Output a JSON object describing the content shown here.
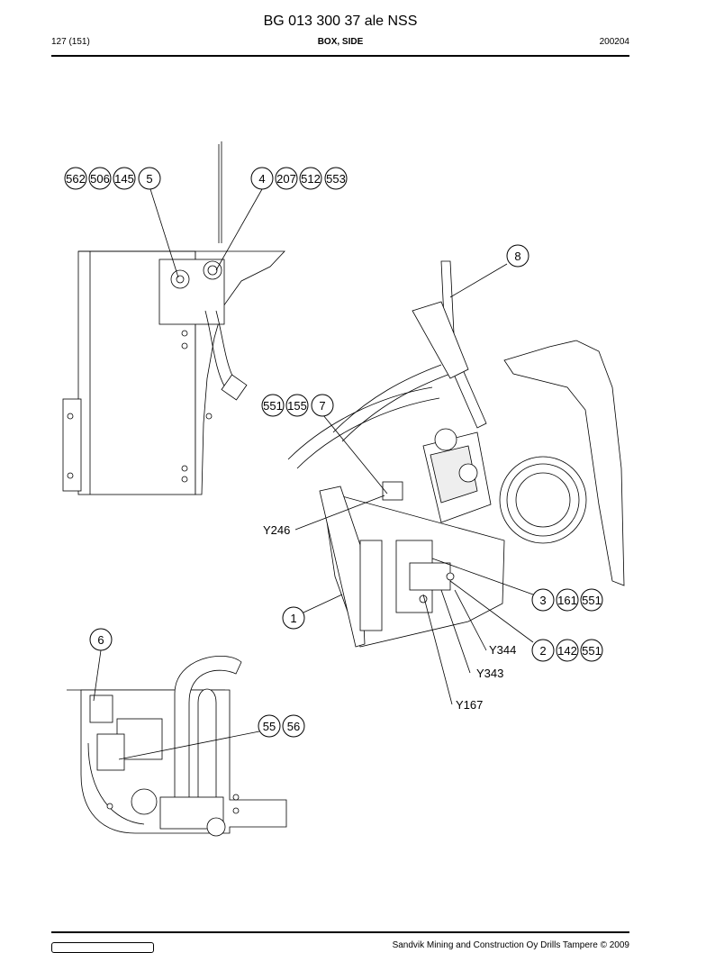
{
  "header": {
    "title": "BG 013 300 37 ale NSS",
    "page": "127 (151)",
    "section": "BOX, SIDE",
    "date": "200204"
  },
  "callouts": {
    "c562": "562",
    "c506": "506",
    "c145": "145",
    "c5": "5",
    "c4": "4",
    "c207": "207",
    "c512": "512",
    "c553": "553",
    "c8": "8",
    "c551a": "551",
    "c155": "155",
    "c7": "7",
    "c3": "3",
    "c161": "161",
    "c551b": "551",
    "c1": "1",
    "c2": "2",
    "c142": "142",
    "c551c": "551",
    "c6": "6",
    "c55": "55",
    "c56": "56"
  },
  "labels": {
    "y246": "Y246",
    "y344": "Y344",
    "y343": "Y343",
    "y167": "Y167"
  },
  "footer": {
    "text": "Sandvik Mining and Construction Oy Drills Tampere © 2009"
  }
}
